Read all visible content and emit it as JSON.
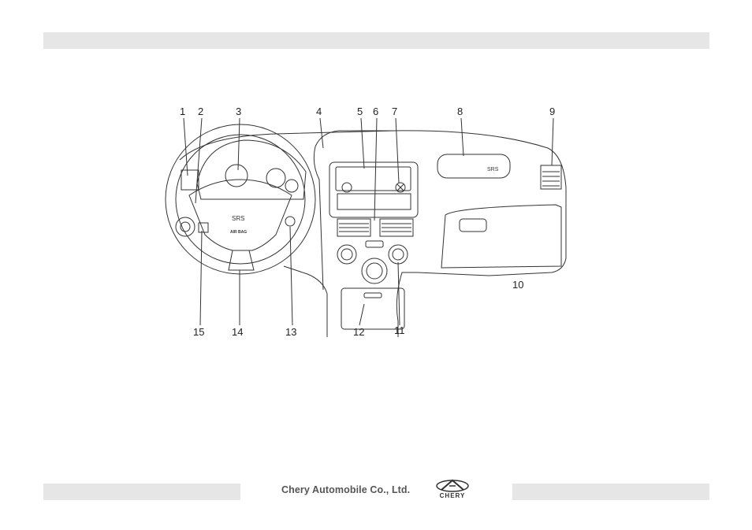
{
  "footer": {
    "company": "Chery Automobile Co., Ltd.",
    "logo_text": "CHERY"
  },
  "diagram": {
    "steering_label": "SRS",
    "airbag_label": "AIR BAG",
    "dash_label": "SRS",
    "callouts": [
      "1",
      "2",
      "3",
      "4",
      "5",
      "6",
      "7",
      "8",
      "9",
      "10",
      "11",
      "12",
      "13",
      "14",
      "15"
    ]
  }
}
